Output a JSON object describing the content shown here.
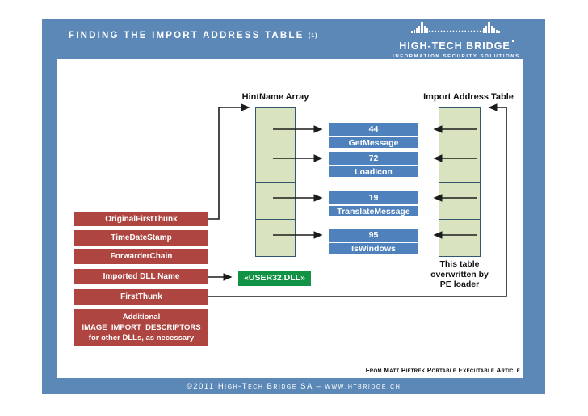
{
  "header": {
    "title": "FINDING THE IMPORT ADDRESS TABLE",
    "title_suffix": "(1)",
    "logo_name": "HIGH-TECH BRIDGE",
    "logo_tagline": "INFORMATION SECURITY SOLUTIONS"
  },
  "diagram": {
    "hintname_label": "HintName Array",
    "iat_label": "Import Address Table",
    "imports": [
      {
        "hint": "44",
        "name": "GetMessage"
      },
      {
        "hint": "72",
        "name": "LoadIcon"
      },
      {
        "hint": "19",
        "name": "TranslateMessage"
      },
      {
        "hint": "95",
        "name": "IsWindows"
      }
    ],
    "descriptor_fields": [
      "OriginalFirstThunk",
      "TimeDateStamp",
      "ForwarderChain",
      "Imported DLL Name",
      "FirstThunk"
    ],
    "descriptor_extra_lines": [
      "Additional",
      "IMAGE_IMPORT_DESCRIPTORS",
      "for other DLLs, as necessary"
    ],
    "dll_name": "«USER32.DLL»",
    "iat_note_lines": [
      "This table",
      "overwritten by",
      "PE loader"
    ]
  },
  "attribution": "From Matt Pietrek Portable Executable Article",
  "footer": "©2011 High-Tech Bridge SA – www.htbridge.ch",
  "colors": {
    "slide_blue": "#5c88b8",
    "import_box_blue": "#4f81bd",
    "cell_green": "#d9e3c0",
    "cell_border_blue": "#33586e",
    "descriptor_red": "#ae4540",
    "dll_green": "#129245"
  }
}
